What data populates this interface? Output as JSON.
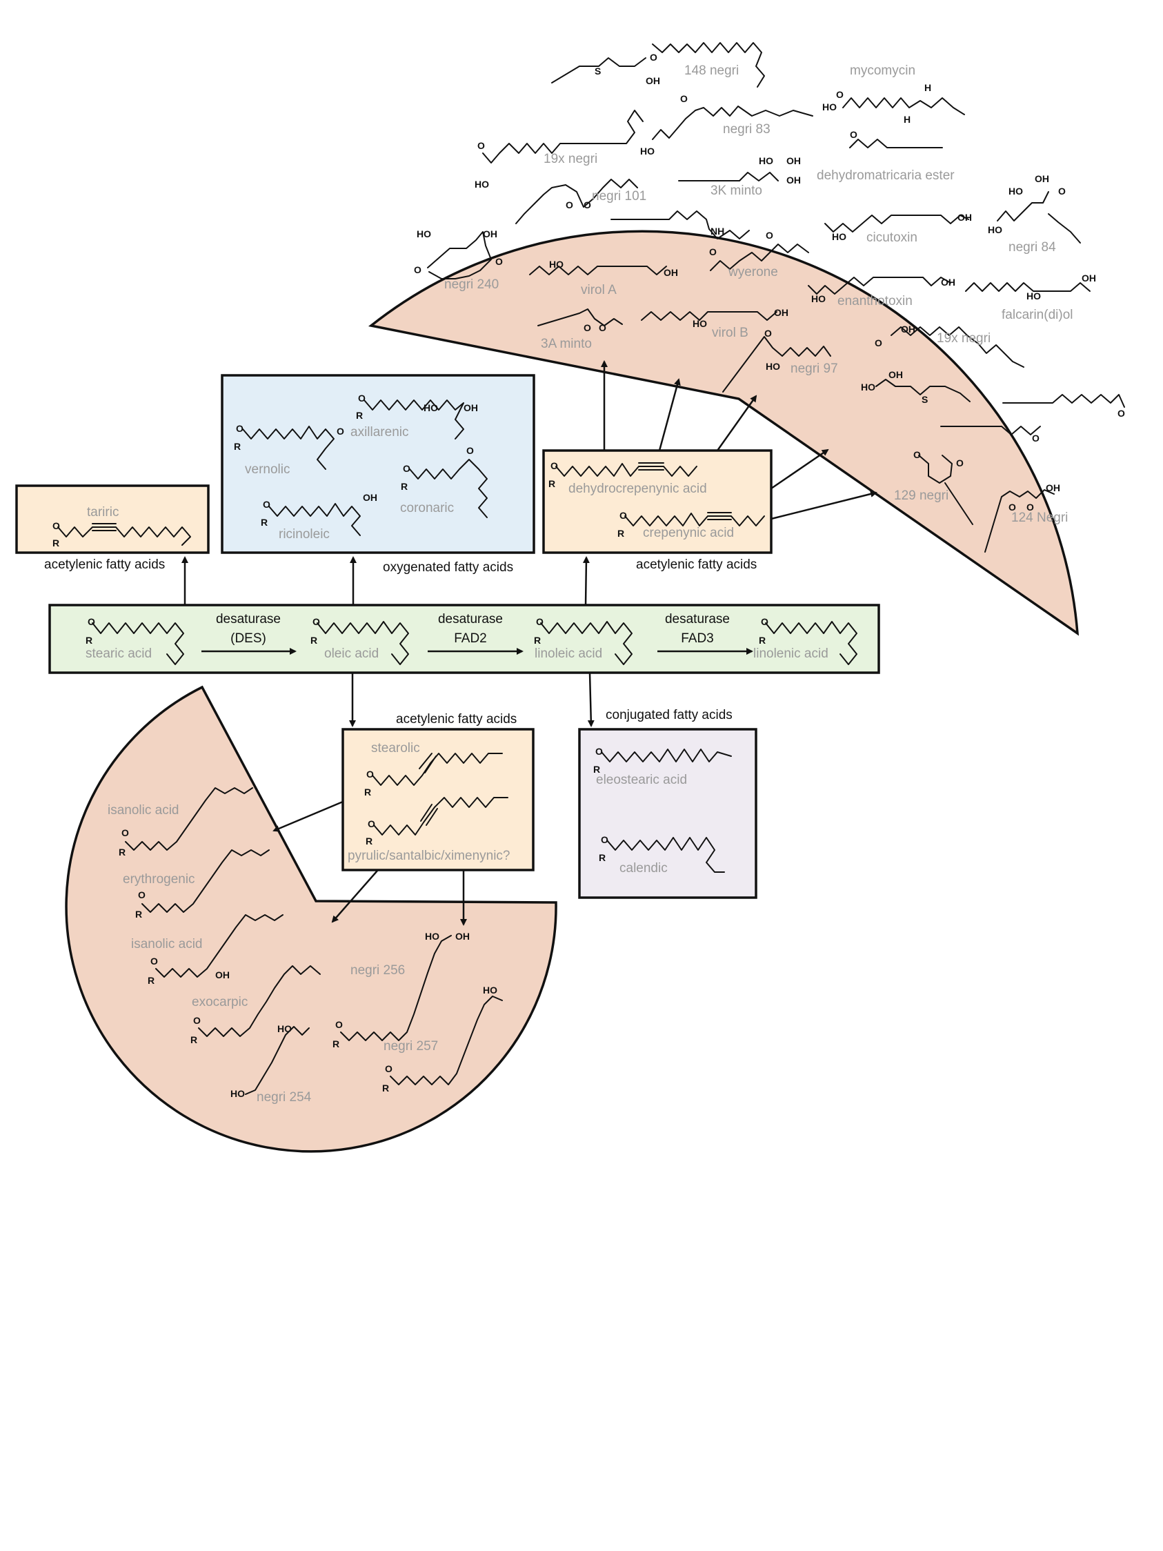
{
  "colors": {
    "peach_region": "#f2d4c3",
    "acetylenic_box": "#fdebd4",
    "oxygenated_box": "#e2eef7",
    "main_pathway": "#e7f3de",
    "conjugated_box": "#efebf2",
    "compound_text": "#9a9a9a",
    "line": "#111111"
  },
  "pathway": {
    "compounds": [
      "stearic acid",
      "oleic acid",
      "linoleic acid",
      "linolenic acid"
    ],
    "enzymes": [
      {
        "line1": "desaturase",
        "line2": "(DES)"
      },
      {
        "line1": "desaturase",
        "line2": "FAD2"
      },
      {
        "line1": "desaturase",
        "line2": "FAD3"
      }
    ]
  },
  "boxes": {
    "tariric_box": {
      "caption": "acetylenic fatty acids",
      "compounds": [
        "tariric"
      ]
    },
    "oxygenated_box": {
      "caption": "oxygenated fatty acids",
      "compounds": [
        "axillarenic",
        "vernolic",
        "coronaric",
        "ricinoleic"
      ]
    },
    "crepenynic_box": {
      "caption": "acetylenic fatty acids",
      "compounds": [
        "dehydrocrepenynic acid",
        "crepenynic acid"
      ]
    },
    "stearolic_box": {
      "caption": "acetylenic fatty acids",
      "compounds": [
        "stearolic",
        "pyrulic/santalbic/ximenynic?"
      ]
    },
    "conjugated_box": {
      "caption": "conjugated fatty acids",
      "compounds": [
        "eleostearic acid",
        "calendic"
      ]
    }
  },
  "upper_region": {
    "compounds": [
      "148 negri",
      "mycomycin",
      "negri 83",
      "19x negri",
      "dehydromatricaria ester",
      "3K minto",
      "negri 101",
      "cicutoxin",
      "negri 84",
      "negri 240",
      "wyerone",
      "virol A",
      "enanthotoxin",
      "falcarin(di)ol",
      "3A minto",
      "virol B",
      "negri 97",
      "19x negri",
      "129 negri",
      "124 Negri"
    ]
  },
  "lower_region": {
    "compounds": [
      "isanolic acid",
      "erythrogenic",
      "isanolic acid",
      "exocarpic",
      "negri 256",
      "negri 257",
      "negri 254"
    ]
  },
  "atoms": {
    "o": "O",
    "r": "R",
    "oh": "OH",
    "ho": "HO",
    "s": "S",
    "nh": "NH",
    "h": "H"
  }
}
